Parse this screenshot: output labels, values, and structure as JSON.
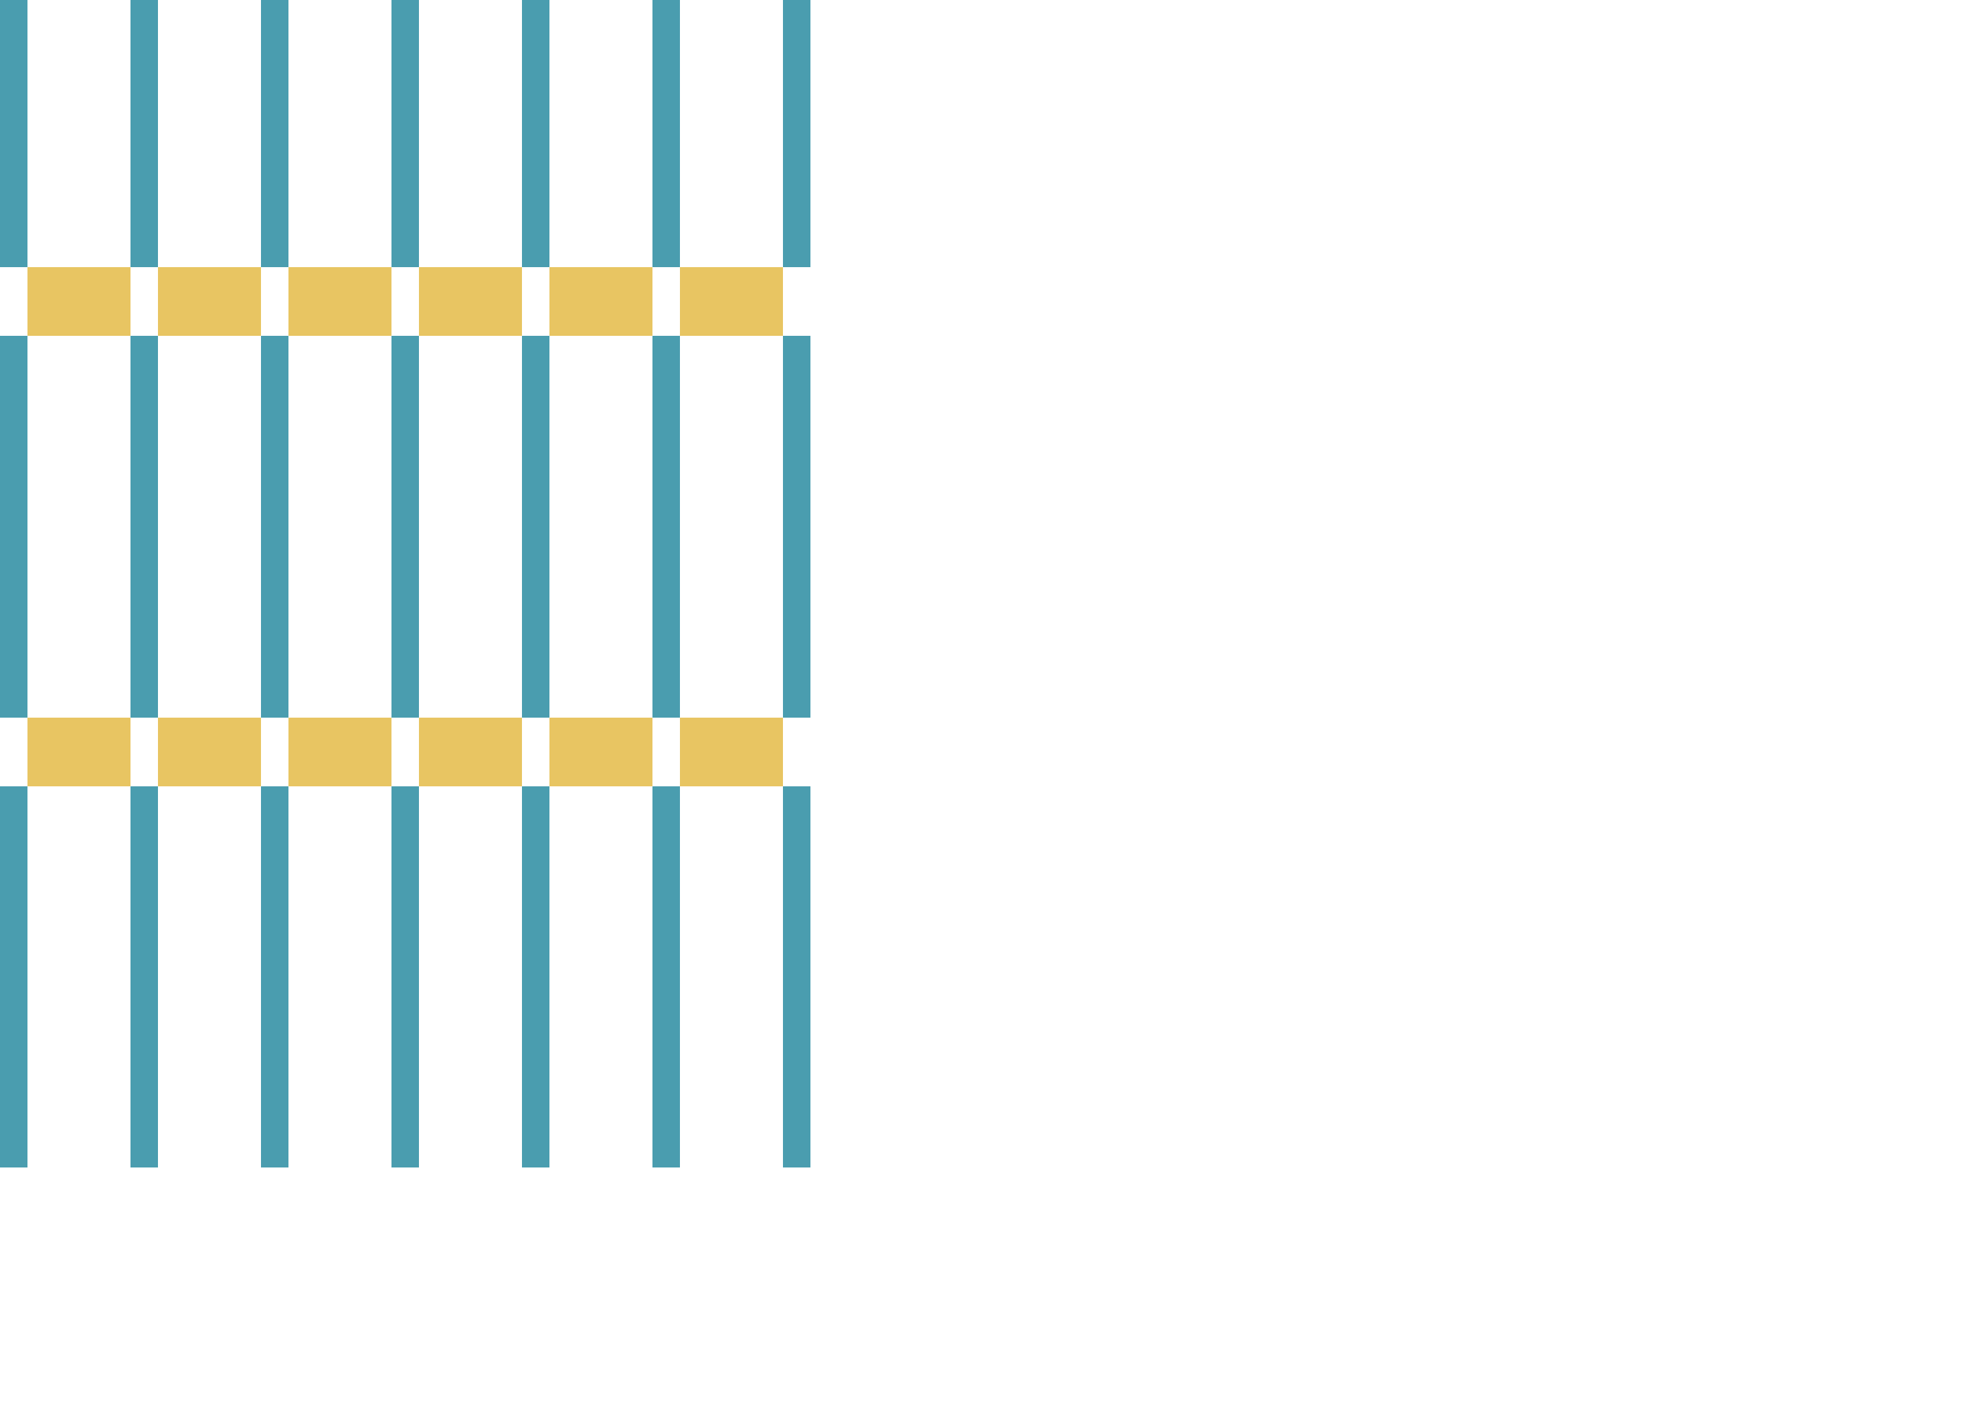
{
  "colors": {
    "background": "#ffffff",
    "post": "#4a9daf",
    "rail": "#e8c562"
  },
  "pattern": {
    "post_count": 7,
    "rail_rows": 2,
    "rail_blocks_per_row": 6
  }
}
